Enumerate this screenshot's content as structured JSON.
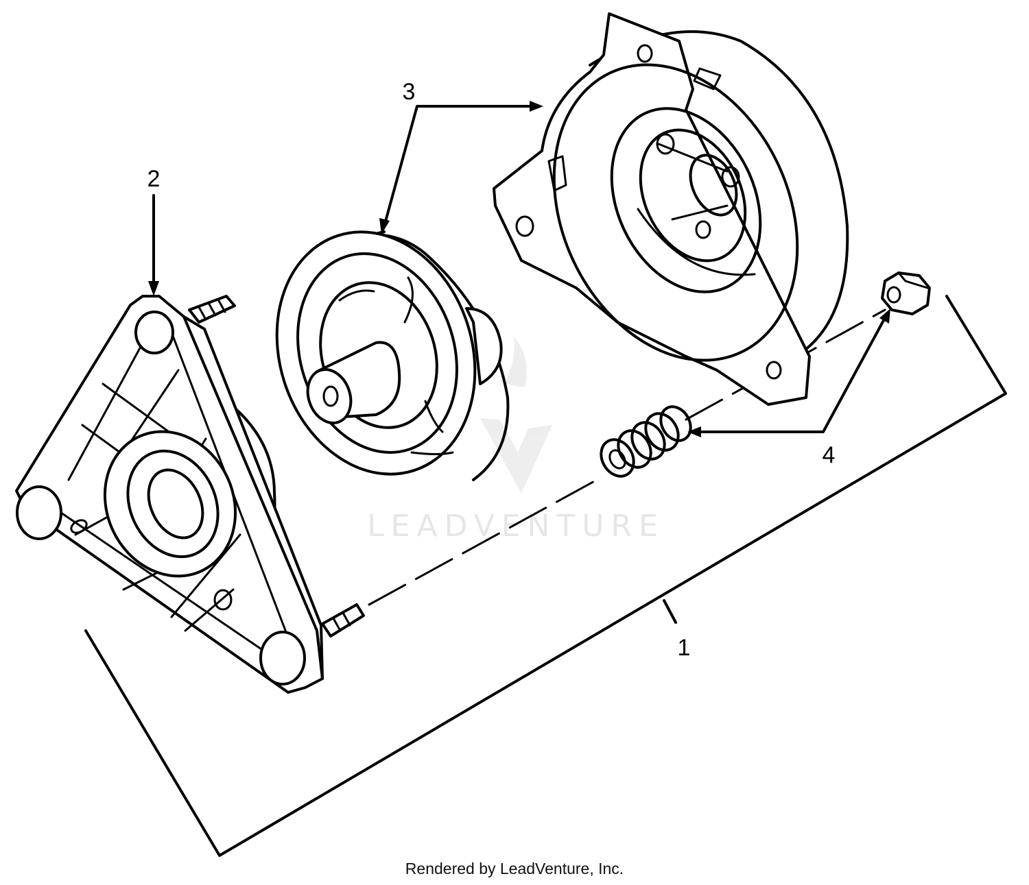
{
  "callouts": [
    {
      "id": "1",
      "label": "1"
    },
    {
      "id": "2",
      "label": "2"
    },
    {
      "id": "3",
      "label": "3"
    },
    {
      "id": "4",
      "label": "4"
    }
  ],
  "watermark": {
    "text": "LEADVENTURE"
  },
  "footer": {
    "credit": "Rendered by LeadVenture, Inc."
  },
  "colors": {
    "line": "#000000",
    "background": "#ffffff",
    "watermark": "#e6e6e6"
  }
}
